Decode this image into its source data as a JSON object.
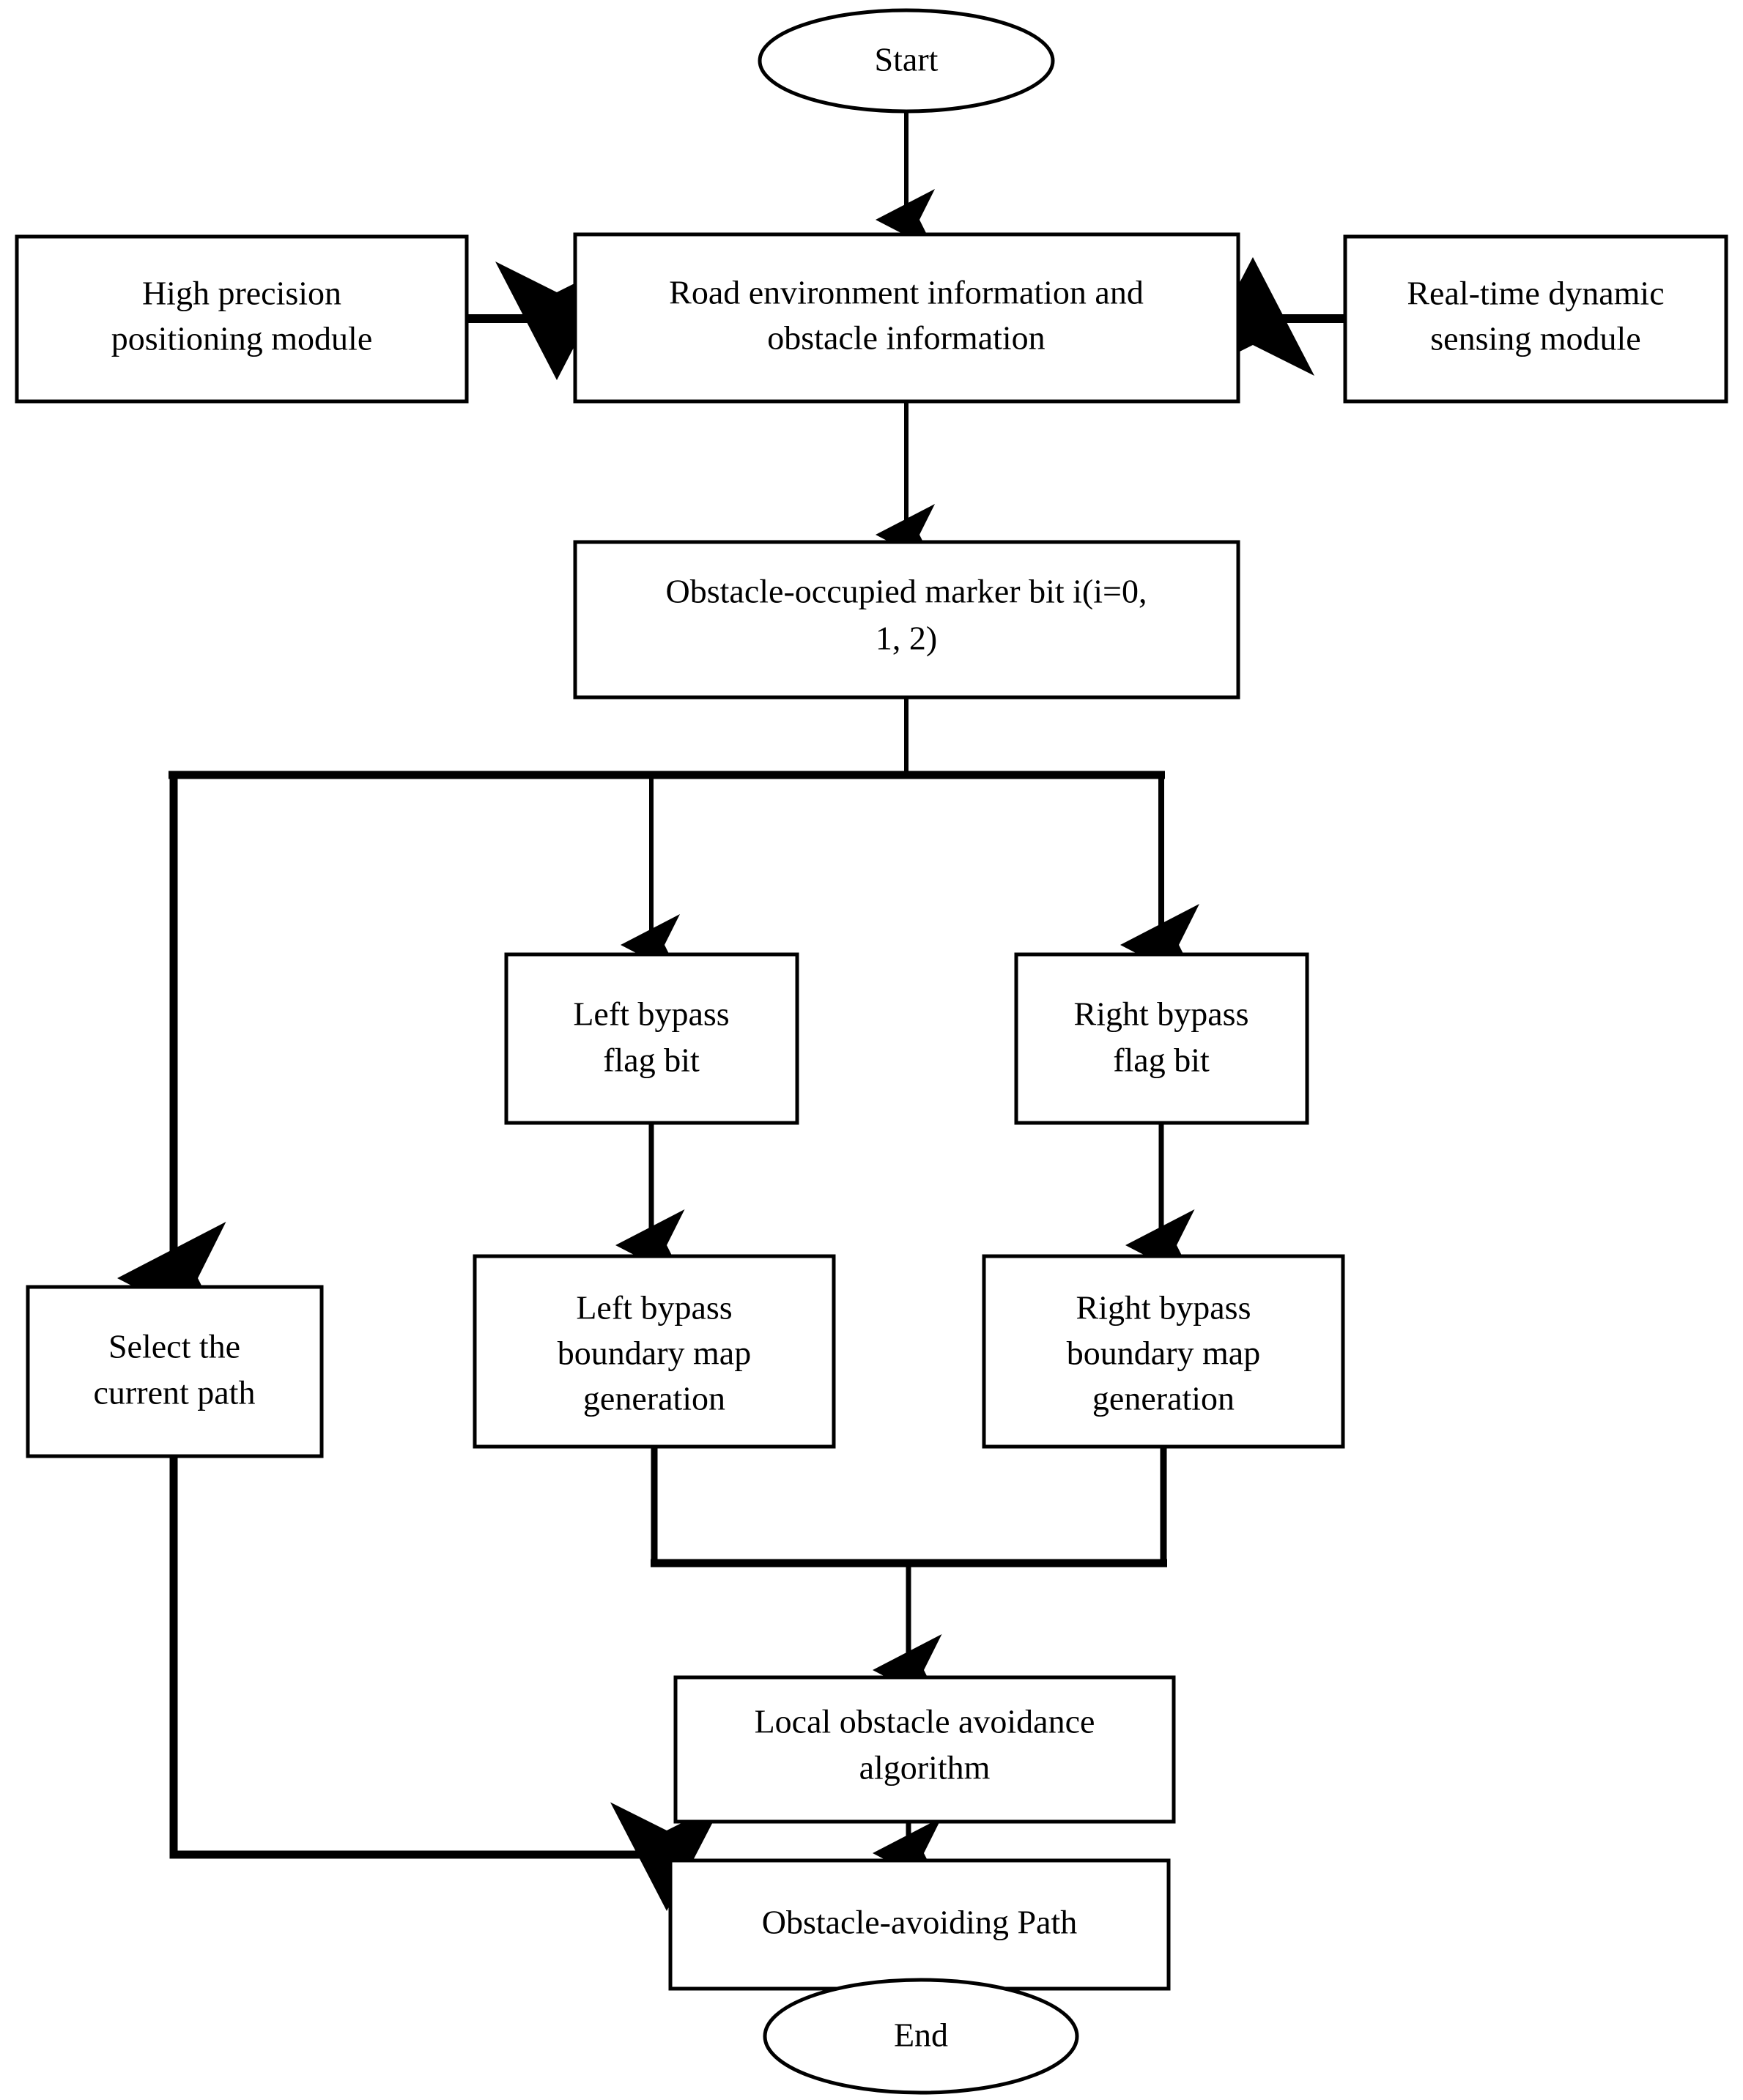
{
  "diagram": {
    "title": "Obstacle avoidance path planning flowchart",
    "type": "flowchart",
    "orientation": "top-to-bottom",
    "stroke_color": "#000000",
    "fill_color": "#ffffff",
    "background": "#ffffff"
  },
  "nodes": {
    "start": {
      "id": "start",
      "shape": "ellipse",
      "label": "Start"
    },
    "high_precision": {
      "id": "high_precision",
      "shape": "rect",
      "line1": "High precision",
      "line2": "positioning module"
    },
    "road_env": {
      "id": "road_env",
      "shape": "rect",
      "line1": "Road environment information and",
      "line2": "obstacle information"
    },
    "realtime_sensing": {
      "id": "realtime_sensing",
      "shape": "rect",
      "line1": "Real-time dynamic",
      "line2": "sensing module"
    },
    "marker_bit": {
      "id": "marker_bit",
      "shape": "rect",
      "line1": "Obstacle-occupied marker bit i(i=0,",
      "line2": "1, 2)"
    },
    "left_flag": {
      "id": "left_flag",
      "shape": "rect",
      "line1": "Left bypass",
      "line2": "flag bit"
    },
    "right_flag": {
      "id": "right_flag",
      "shape": "rect",
      "line1": "Right bypass",
      "line2": "flag bit"
    },
    "select_path": {
      "id": "select_path",
      "shape": "rect",
      "line1": "Select the",
      "line2": "current path"
    },
    "left_boundary": {
      "id": "left_boundary",
      "shape": "rect",
      "line1": "Left bypass",
      "line2": "boundary map",
      "line3": "generation"
    },
    "right_boundary": {
      "id": "right_boundary",
      "shape": "rect",
      "line1": "Right bypass",
      "line2": "boundary map",
      "line3": "generation"
    },
    "local_algo": {
      "id": "local_algo",
      "shape": "rect",
      "line1": "Local obstacle avoidance",
      "line2": "algorithm"
    },
    "avoiding_path": {
      "id": "avoiding_path",
      "shape": "rect",
      "line1": "Obstacle-avoiding Path"
    },
    "end": {
      "id": "end",
      "shape": "ellipse",
      "label": "End"
    }
  },
  "edges": [
    {
      "from": "start",
      "to": "road_env",
      "style": "arrow-down"
    },
    {
      "from": "high_precision",
      "to": "road_env",
      "style": "arrow-right"
    },
    {
      "from": "realtime_sensing",
      "to": "road_env",
      "style": "arrow-left"
    },
    {
      "from": "road_env",
      "to": "marker_bit",
      "style": "arrow-down"
    },
    {
      "from": "marker_bit",
      "to": "select_path",
      "style": "elbow-left-down"
    },
    {
      "from": "marker_bit",
      "to": "left_flag",
      "style": "elbow-down"
    },
    {
      "from": "marker_bit",
      "to": "right_flag",
      "style": "elbow-right-down"
    },
    {
      "from": "left_flag",
      "to": "left_boundary",
      "style": "arrow-down"
    },
    {
      "from": "right_flag",
      "to": "right_boundary",
      "style": "arrow-down"
    },
    {
      "from": "left_boundary",
      "to": "local_algo",
      "style": "merge-down"
    },
    {
      "from": "right_boundary",
      "to": "local_algo",
      "style": "merge-down"
    },
    {
      "from": "local_algo",
      "to": "avoiding_path",
      "style": "arrow-down"
    },
    {
      "from": "select_path",
      "to": "avoiding_path",
      "style": "elbow-down-right"
    },
    {
      "from": "avoiding_path",
      "to": "end",
      "style": "arrow-down"
    }
  ]
}
